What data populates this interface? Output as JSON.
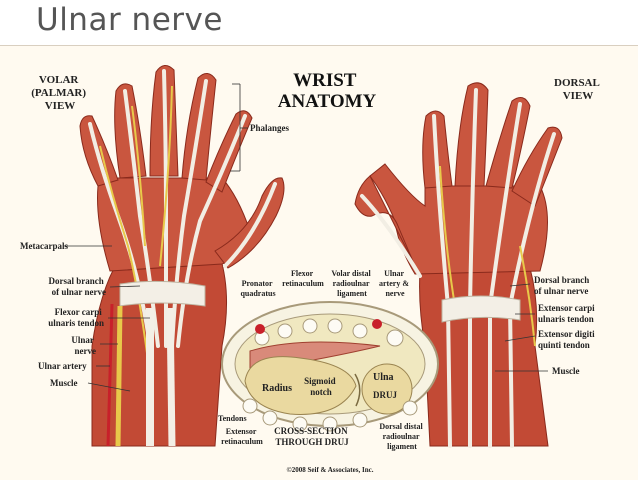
{
  "slide": {
    "title": "Ulnar nerve"
  },
  "figure": {
    "title_lines": [
      "WRIST",
      "ANATOMY"
    ],
    "volar_view_lines": [
      "VOLAR",
      "(PALMAR)",
      "VIEW"
    ],
    "dorsal_view_lines": [
      "DORSAL",
      "VIEW"
    ],
    "copyright": "©2008 Seif & Associates, Inc.",
    "colors": {
      "muscle": "#c0412e",
      "bone": "#efe2b0",
      "tendon": "#f4f1ea",
      "nerve": "#e8c94a",
      "artery": "#c8202a",
      "background": "#fffaf0"
    },
    "left_labels": {
      "phalanges": "Phalanges",
      "metacarpals": "Metacarpals",
      "dorsal_branch": [
        "Dorsal branch",
        "of ulnar nerve"
      ],
      "fcu_tendon": [
        "Flexor carpi",
        "ulnaris tendon"
      ],
      "ulnar_nerve": [
        "Ulnar",
        "nerve"
      ],
      "ulnar_artery": "Ulnar artery",
      "muscle": "Muscle"
    },
    "right_labels": {
      "dorsal_branch": [
        "Dorsal branch",
        "of ulnar nerve"
      ],
      "ecu_tendon": [
        "Extensor carpi",
        "ulnaris tendon"
      ],
      "edq_tendon": [
        "Extensor digiti",
        "quinti tendon"
      ],
      "muscle": "Muscle"
    },
    "cross_section": {
      "pronator_quadratus": [
        "Pronator",
        "quadratus"
      ],
      "flexor_retinaculum": [
        "Flexor",
        "retinaculum"
      ],
      "volar_distal_ligament": [
        "Volar distal",
        "radioulnar",
        "ligament"
      ],
      "ulnar_artery_nerve": [
        "Ulnar",
        "artery &",
        "nerve"
      ],
      "radius": "Radius",
      "sigmoid_notch": [
        "Sigmoid",
        "notch"
      ],
      "ulna": "Ulna",
      "druj": "DRUJ",
      "tendons": "Tendons",
      "extensor_retinaculum": [
        "Extensor",
        "retinaculum"
      ],
      "caption": [
        "CROSS-SECTION",
        "THROUGH DRUJ"
      ],
      "dorsal_distal_ligament": [
        "Dorsal distal",
        "radioulnar",
        "ligament"
      ]
    }
  }
}
